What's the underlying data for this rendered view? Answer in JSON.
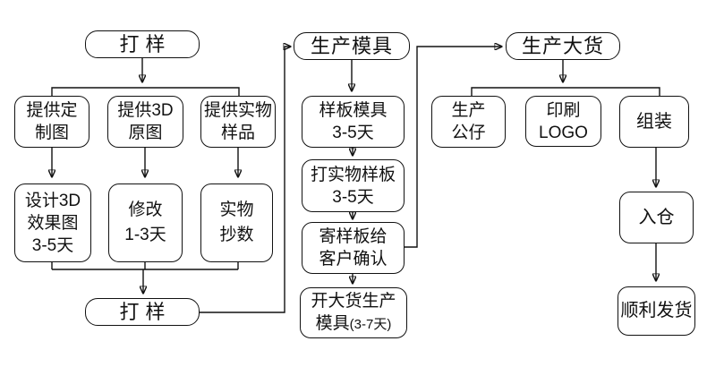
{
  "colors": {
    "line": "#111111",
    "text": "#111111",
    "background": "#ffffff"
  },
  "nodes": {
    "sample_top": {
      "label": "打样"
    },
    "provide_custom": {
      "line1": "提供定",
      "line2": "制图"
    },
    "provide_3d": {
      "line1": "提供3D",
      "line2": "原图"
    },
    "provide_real": {
      "line1": "提供实物",
      "line2": "样品"
    },
    "design_3d": {
      "line1": "设计3D",
      "line2": "效果图",
      "line3": "3-5天"
    },
    "revise": {
      "line1": "修改",
      "line2": "1-3天"
    },
    "copy_data": {
      "line1": "实物",
      "line2": "抄数"
    },
    "sample_bottom": {
      "label": "打样"
    },
    "mold": {
      "label": "生产模具"
    },
    "sample_mold": {
      "line1": "样板模具",
      "line2": "3-5天"
    },
    "physical_sample": {
      "line1": "打实物样板",
      "line2": "3-5天"
    },
    "send_sample": {
      "line1": "寄样板给",
      "line2": "客户确认"
    },
    "bulk_mold": {
      "line1": "开大货生产",
      "line2": "模具",
      "line2_note": "(3-7天)"
    },
    "bulk": {
      "label": "生产大货"
    },
    "produce_toy": {
      "line1": "生产",
      "line2": "公仔"
    },
    "print_logo": {
      "line1": "印刷",
      "line2": "LOGO"
    },
    "assemble": {
      "label": "组装"
    },
    "warehouse": {
      "label": "入仓"
    },
    "ship": {
      "label": "顺利发货"
    }
  }
}
